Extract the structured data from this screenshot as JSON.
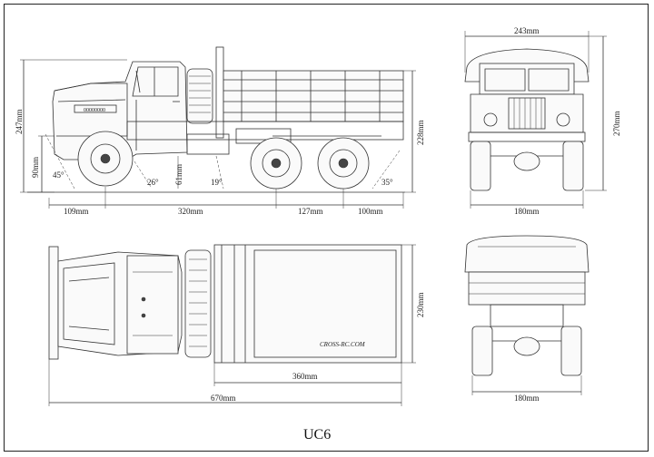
{
  "title": "UC6",
  "colors": {
    "line": "#333333",
    "frame": "#222222",
    "background": "#ffffff"
  },
  "side_view": {
    "height_total": "247mm",
    "height_bed": "228mm",
    "ground_clearance": "90mm",
    "approach_angle": "45°",
    "front_angle": "26°",
    "mid_height": "61mm",
    "mid_angle": "19°",
    "departure_angle": "35°",
    "front_overhang": "109mm",
    "wheelbase_front": "320mm",
    "wheelbase_rear": "127mm",
    "rear_overhang": "100mm"
  },
  "front_view": {
    "width_total": "243mm",
    "height": "270mm",
    "track": "180mm"
  },
  "top_view": {
    "bed_width": "230mm",
    "bed_length": "360mm",
    "length_total": "670mm",
    "brand_text": "CROSS-RC.COM"
  },
  "rear_view": {
    "track": "180mm"
  }
}
